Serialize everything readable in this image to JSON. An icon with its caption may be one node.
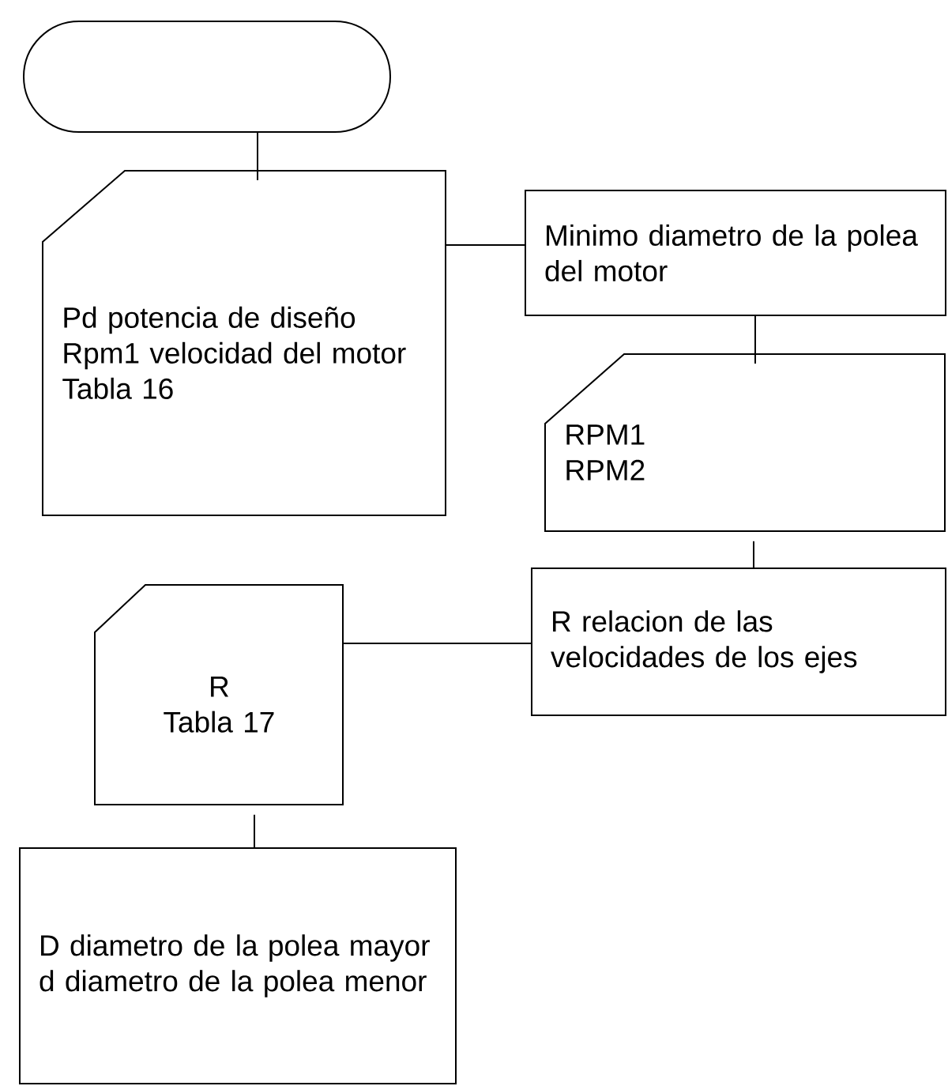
{
  "diagram": {
    "nodes": [
      {
        "text": [],
        "shape": "terminator"
      },
      {
        "text": [
          "Pd potencia de diseño",
          "Rpm1 velocidad del motor",
          "Tabla 16"
        ]
      },
      {
        "text": [
          "Minimo diametro de la polea del motor"
        ]
      },
      {
        "text": [
          "RPM1",
          "RPM2"
        ]
      },
      {
        "text": [
          "R relacion de las velocidades de los ejes"
        ]
      },
      {
        "text": [
          "R",
          "Tabla 17"
        ]
      },
      {
        "text": [
          "D diametro de la polea mayor",
          "d diametro de la polea menor"
        ]
      }
    ],
    "edges": [
      {
        "from": 0,
        "to": 1,
        "arrow": "none"
      },
      {
        "from": 1,
        "to": 2,
        "arrow": "none"
      },
      {
        "from": 2,
        "to": 3,
        "arrow": "none"
      },
      {
        "from": 3,
        "to": 4,
        "arrow": "none"
      },
      {
        "from": 4,
        "to": 5,
        "arrow": "none"
      },
      {
        "from": 5,
        "to": 6,
        "arrow": "none"
      }
    ]
  }
}
